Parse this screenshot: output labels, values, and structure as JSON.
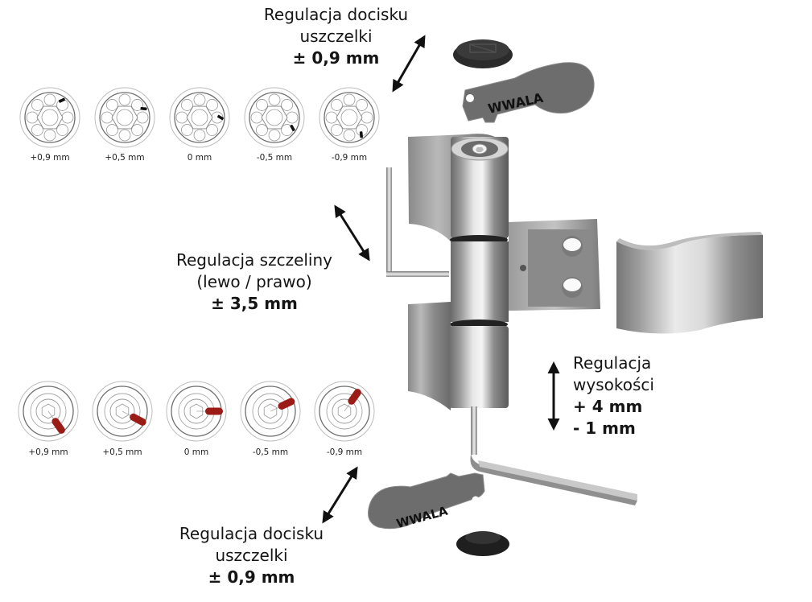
{
  "diagram": {
    "title": "Hinge adjustment overview",
    "captions": {
      "seal_top": {
        "line1": "Regulacja docisku",
        "line2": "uszczelki",
        "value": "± 0,9 mm"
      },
      "gap": {
        "line1": "Regulacja szczeliny",
        "line2": "(lewo / prawo)",
        "value": "± 3,5 mm"
      },
      "height": {
        "line1": "Regulacja",
        "line2": "wysokości",
        "value_plus": "+ 4 mm",
        "value_minus": "- 1 mm"
      },
      "seal_bottom": {
        "line1": "Regulacja docisku",
        "line2": "uszczelki",
        "value": "± 0,9 mm"
      }
    },
    "top_dials": {
      "indicator_color": "#111111",
      "items": [
        {
          "label": "+0,9 mm",
          "angle_deg": -55
        },
        {
          "label": "+0,5 mm",
          "angle_deg": -25
        },
        {
          "label": "0 mm",
          "angle_deg": 0
        },
        {
          "label": "-0,5 mm",
          "angle_deg": 30
        },
        {
          "label": "-0,9 mm",
          "angle_deg": 55
        }
      ]
    },
    "bottom_dials": {
      "indicator_color": "#9b1c17",
      "items": [
        {
          "label": "+0,9 mm",
          "angle_deg": 55
        },
        {
          "label": "+0,5 mm",
          "angle_deg": 28
        },
        {
          "label": "0 mm",
          "angle_deg": 0
        },
        {
          "label": "-0,5 mm",
          "angle_deg": -25
        },
        {
          "label": "-0,9 mm",
          "angle_deg": -55
        }
      ]
    },
    "brand_mark": "WWALA",
    "colors": {
      "steel_light": "#e6e6e6",
      "steel_mid": "#a9a9a9",
      "steel_dark": "#5e5e5e",
      "key_grey": "#6a6a6a",
      "cap_black": "#2a2a2a",
      "arrow": "#111111"
    }
  }
}
